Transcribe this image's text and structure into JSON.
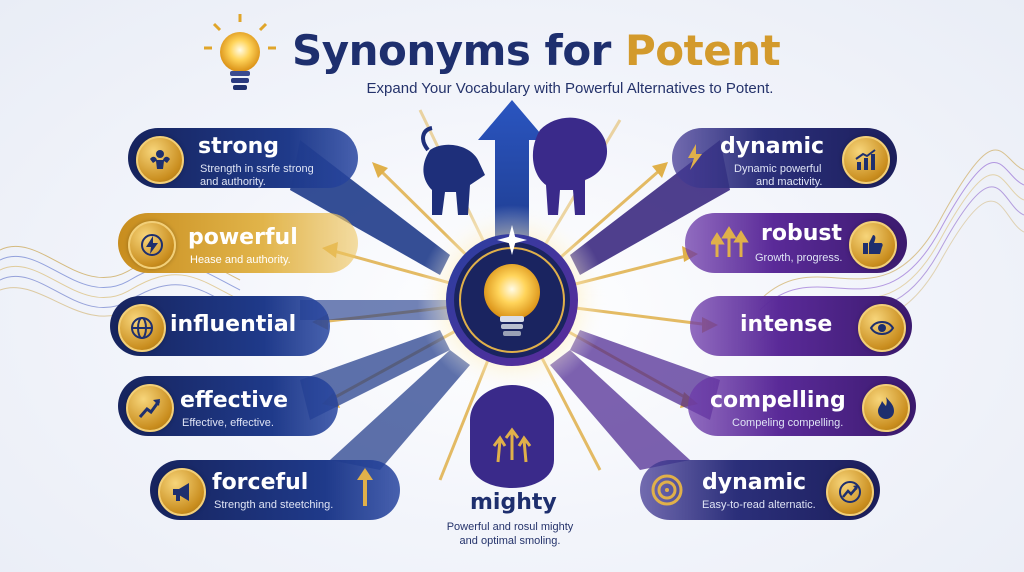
{
  "header": {
    "title_main": "Synonyms for",
    "title_accent": "Potent",
    "subtitle": "Expand Your Vocabulary with Powerful Alternatives to Potent."
  },
  "left_cards": [
    {
      "word": "strong",
      "desc1": "Strength in ssrfe strong",
      "desc2": "and authority.",
      "icon": "flexing-strongman-icon"
    },
    {
      "word": "powerful",
      "desc1": "Hease and authority.",
      "desc2": "",
      "icon": "lightning-bolt-icon"
    },
    {
      "word": "influential",
      "desc1": "",
      "desc2": "",
      "icon": "globe-icon"
    },
    {
      "word": "effective",
      "desc1": "Effective, effective.",
      "desc2": "",
      "icon": "trend-arrow-icon"
    },
    {
      "word": "forceful",
      "desc1": "Strength and steetching.",
      "desc2": "",
      "icon": "megaphone-icon"
    }
  ],
  "right_cards": [
    {
      "word": "dynamic",
      "desc1": "Dynamic powerful",
      "desc2": "and mactivity.",
      "icon": "bar-chart-growth-icon"
    },
    {
      "word": "robust",
      "desc1": "Growth, progress.",
      "desc2": "",
      "icon": "thumbs-up-icon"
    },
    {
      "word": "intense",
      "desc1": "",
      "desc2": "",
      "icon": "eye-icon"
    },
    {
      "word": "compelling",
      "desc1": "Compeling compelling.",
      "desc2": "",
      "icon": "flame-icon"
    },
    {
      "word": "dynamic",
      "desc1": "Easy-to-read alternatic.",
      "desc2": "",
      "icon": "growth-arrow-icon"
    }
  ],
  "bottom_card": {
    "word": "mighty",
    "desc1": "Powerful and rosul mighty",
    "desc2": "and optimal smoling."
  },
  "colors": {
    "navy": "#1e2f6e",
    "gold": "#d39a2c",
    "purple": "#5a2a98",
    "blue": "#1f3a8a"
  }
}
